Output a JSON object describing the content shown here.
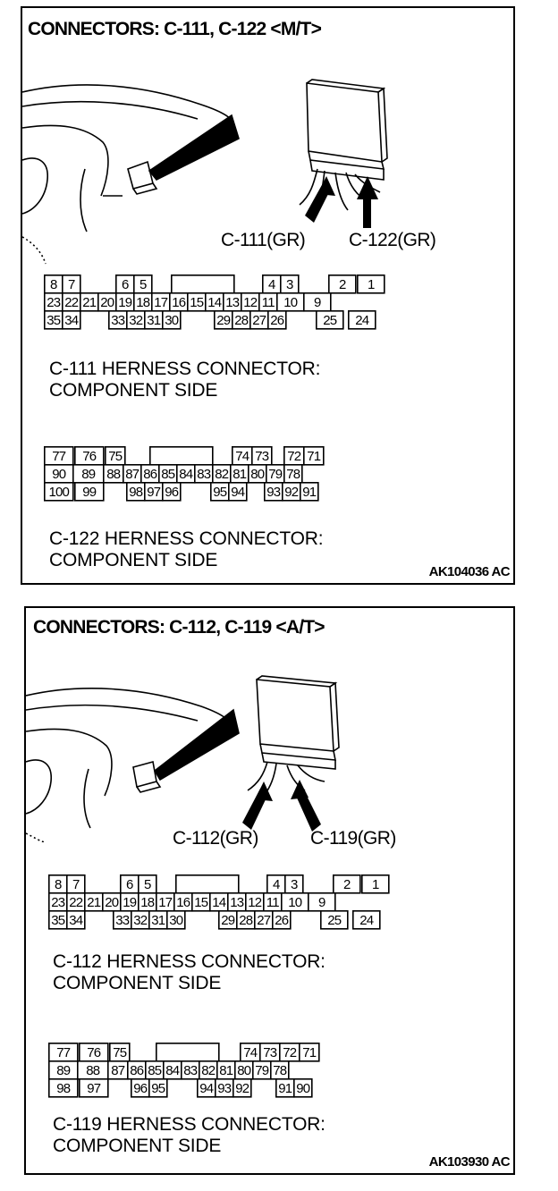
{
  "panels": [
    {
      "title": "CONNECTORS: C-111, C-122 <M/T>",
      "figure_id": "AK104036 AC",
      "callouts": [
        "C-111(GR)",
        "C-122(GR)"
      ],
      "connectors": [
        {
          "caption_line1": "C-111 HERNESS CONNECTOR:",
          "caption_line2": "COMPONENT SIDE",
          "rows": [
            [
              "8",
              "7",
              "",
              "",
              "6",
              "5",
              "",
              "",
              "",
              "",
              "",
              "",
              "4",
              "3",
              "",
              "2",
              "1"
            ],
            [
              "23",
              "22",
              "21",
              "20",
              "19",
              "18",
              "17",
              "16",
              "15",
              "14",
              "13",
              "12",
              "11",
              "10",
              "9"
            ],
            [
              "35",
              "34",
              "",
              "33",
              "32",
              "31",
              "30",
              "",
              "29",
              "28",
              "27",
              "26",
              "",
              "25",
              "24"
            ]
          ]
        },
        {
          "caption_line1": "C-122 HERNESS CONNECTOR:",
          "caption_line2": "COMPONENT SIDE",
          "rows": [
            [
              "77",
              "76",
              "75",
              "",
              "",
              "",
              "74",
              "73",
              "",
              "72",
              "71"
            ],
            [
              "90",
              "89",
              "88",
              "87",
              "86",
              "85",
              "84",
              "83",
              "82",
              "81",
              "80",
              "79",
              "78"
            ],
            [
              "100",
              "99",
              "",
              "98",
              "97",
              "96",
              "",
              "95",
              "94",
              "",
              "93",
              "92",
              "91"
            ]
          ]
        }
      ]
    },
    {
      "title": "CONNECTORS: C-112, C-119 <A/T>",
      "figure_id": "AK103930 AC",
      "callouts": [
        "C-112(GR)",
        "C-119(GR)"
      ],
      "connectors": [
        {
          "caption_line1": "C-112 HERNESS CONNECTOR:",
          "caption_line2": "COMPONENT SIDE",
          "rows": [
            [
              "8",
              "7",
              "",
              "",
              "6",
              "5",
              "",
              "",
              "",
              "",
              "",
              "",
              "4",
              "3",
              "",
              "2",
              "1"
            ],
            [
              "23",
              "22",
              "21",
              "20",
              "19",
              "18",
              "17",
              "16",
              "15",
              "14",
              "13",
              "12",
              "11",
              "10",
              "9"
            ],
            [
              "35",
              "34",
              "",
              "33",
              "32",
              "31",
              "30",
              "",
              "29",
              "28",
              "27",
              "26",
              "",
              "25",
              "24"
            ]
          ]
        },
        {
          "caption_line1": "C-119 HERNESS CONNECTOR:",
          "caption_line2": "COMPONENT SIDE",
          "rows": [
            [
              "77",
              "76",
              "75",
              "",
              "",
              "",
              "74",
              "73",
              "72",
              "71"
            ],
            [
              "89",
              "88",
              "87",
              "86",
              "85",
              "84",
              "83",
              "82",
              "81",
              "80",
              "79",
              "78"
            ],
            [
              "98",
              "97",
              "",
              "96",
              "95",
              "",
              "94",
              "93",
              "92",
              "",
              "91",
              "90"
            ]
          ]
        }
      ]
    }
  ]
}
